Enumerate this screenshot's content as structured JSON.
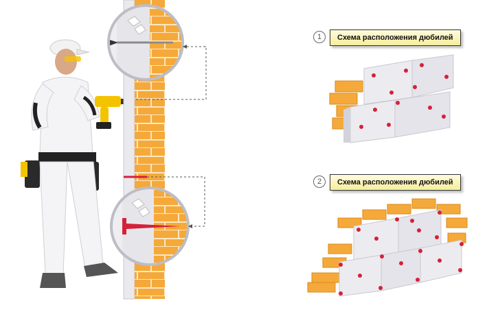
{
  "diagram": {
    "schemes": [
      {
        "number": "1",
        "label": "Схема расположения дюбилей"
      },
      {
        "number": "2",
        "label": "Схема расположения дюбилей"
      }
    ]
  },
  "colors": {
    "brick": "#f5a93a",
    "insulation": "#e8e8ec",
    "dowel_dot": "#d6203a",
    "label_fill": "#f6ee9a"
  }
}
